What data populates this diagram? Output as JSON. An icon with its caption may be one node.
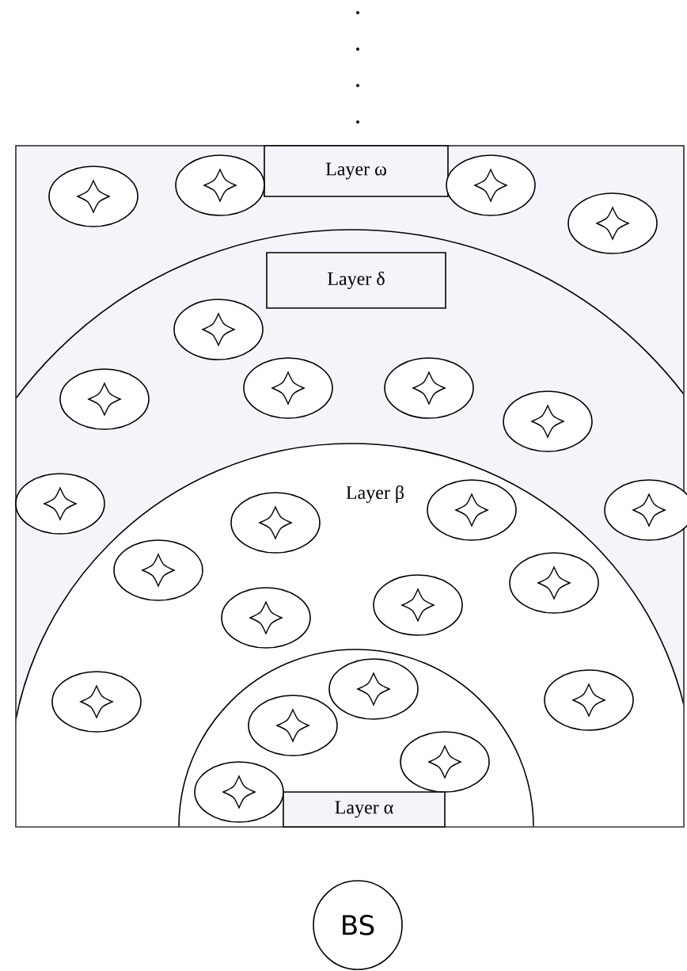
{
  "diagram": {
    "nodes": [
      {
        "text": [
          "Layer ω"
        ]
      },
      {
        "text": [],
        "shape": "ellipse"
      },
      {
        "text": [],
        "shape": "ellipse"
      },
      {
        "text": [],
        "shape": "ellipse"
      },
      {
        "text": [],
        "shape": "ellipse"
      },
      {
        "text": [
          "Layer δ"
        ]
      },
      {
        "text": [],
        "shape": "ellipse"
      },
      {
        "text": [],
        "shape": "ellipse"
      },
      {
        "text": [],
        "shape": "ellipse"
      },
      {
        "text": [],
        "shape": "ellipse"
      },
      {
        "text": [],
        "shape": "ellipse"
      },
      {
        "text": [],
        "shape": "ellipse"
      },
      {
        "text": [],
        "shape": "ellipse"
      },
      {
        "text": [],
        "shape": "ellipse"
      },
      {
        "text": [],
        "shape": "ellipse"
      },
      {
        "text": [],
        "shape": "ellipse"
      },
      {
        "text": [],
        "shape": "ellipse"
      },
      {
        "text": [],
        "shape": "ellipse"
      },
      {
        "text": [],
        "shape": "ellipse"
      },
      {
        "text": [],
        "shape": "ellipse"
      },
      {
        "text": [],
        "shape": "ellipse"
      },
      {
        "text": [],
        "shape": "ellipse"
      },
      {
        "text": [],
        "shape": "ellipse"
      },
      {
        "text": [],
        "shape": "ellipse"
      },
      {
        "text": [],
        "shape": "ellipse"
      },
      {
        "text": [
          "Layer α"
        ]
      },
      {
        "text": [
          "BS"
        ]
      }
    ],
    "edges": [],
    "labels": [
      "Layer β"
    ]
  }
}
